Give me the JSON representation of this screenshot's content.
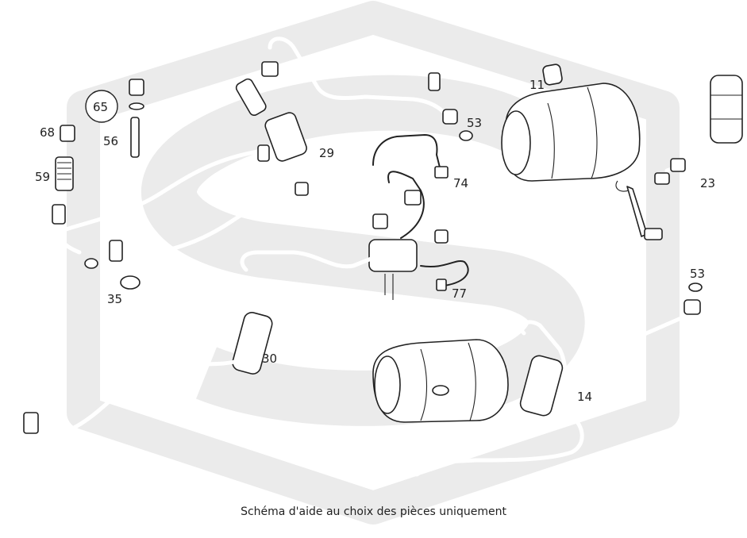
{
  "diagram": {
    "caption": "Schéma d'aide au choix des pièces uniquement",
    "watermark_color": "#e9e9e9",
    "line_color": "#222222",
    "callouts": [
      {
        "id": "11",
        "text": "11"
      },
      {
        "id": "14",
        "text": "14"
      },
      {
        "id": "23",
        "text": "23"
      },
      {
        "id": "29",
        "text": "29"
      },
      {
        "id": "30",
        "text": "30"
      },
      {
        "id": "35",
        "text": "35"
      },
      {
        "id": "53a",
        "text": "53"
      },
      {
        "id": "53b",
        "text": "53"
      },
      {
        "id": "56",
        "text": "56"
      },
      {
        "id": "59",
        "text": "59"
      },
      {
        "id": "65",
        "text": "65"
      },
      {
        "id": "68",
        "text": "68"
      },
      {
        "id": "74",
        "text": "74"
      },
      {
        "id": "77",
        "text": "77"
      }
    ]
  }
}
